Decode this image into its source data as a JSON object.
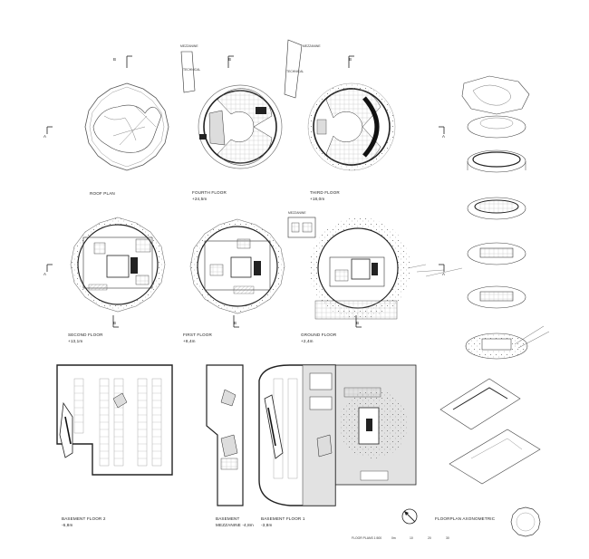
{
  "sheet": {
    "section_marker_a": "A",
    "section_marker_b": "B",
    "mezzanine_label": "MEZZANINE",
    "technical_label": "TECHNICAL",
    "scale_note": "FLOOR PLANS 1:500",
    "scale_ticks": [
      "0m",
      "10",
      "20",
      "30"
    ]
  },
  "plans": [
    {
      "id": "roof",
      "title": "ROOF PLAN",
      "level": ""
    },
    {
      "id": "fourth",
      "title": "FOURTH FLOOR",
      "level": "+24,5m"
    },
    {
      "id": "third",
      "title": "THIRD FLOOR",
      "level": "+18,0m"
    },
    {
      "id": "second",
      "title": "SECOND FLOOR",
      "level": "+13,1m"
    },
    {
      "id": "first",
      "title": "FIRST FLOOR",
      "level": "+8,4m"
    },
    {
      "id": "ground",
      "title": "GROUND FLOOR",
      "level": "+2,4m"
    },
    {
      "id": "basement2",
      "title": "BASEMENT FLOOR 2",
      "level": "-6,8m"
    },
    {
      "id": "basement-mezz",
      "title": "BASEMENT",
      "level": "MEZZANINE -4,8m"
    },
    {
      "id": "basement1",
      "title": "BASEMENT FLOOR 1",
      "level": "-3,8m"
    }
  ],
  "axonometric": {
    "title": "FLOORPLAN AXONOMETRIC"
  }
}
